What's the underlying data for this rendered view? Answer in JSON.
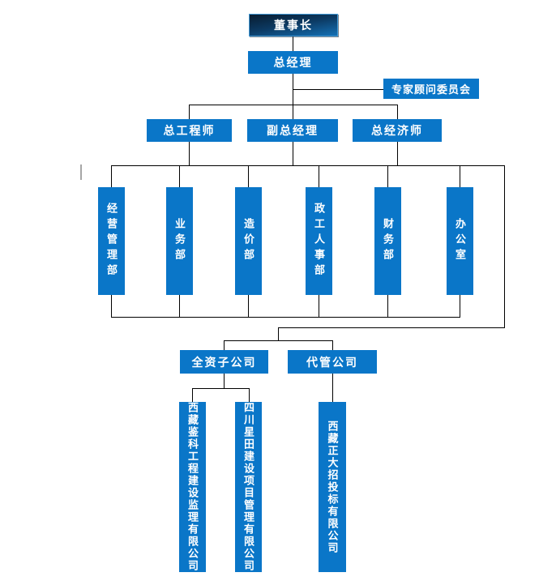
{
  "chart_title": "",
  "palette": {
    "box_blue": "#0a76c8",
    "chairman_gradient_top": "#081c30",
    "chairman_gradient_mid": "#0c3a63",
    "chairman_gradient_bottom": "#1571b5",
    "chairman_border": "#4199d6",
    "connector_black": "#000000",
    "stray_tick_gray": "#a6a6a6",
    "text_white": "#ffffff"
  },
  "nodes": {
    "chairman": {
      "label": "董事长"
    },
    "general_manager": {
      "label": "总经理"
    },
    "expert_committee": {
      "label": "专家顾问委员会"
    },
    "chief_engineer": {
      "label": "总工程师"
    },
    "deputy_general_manager": {
      "label": "副总经理"
    },
    "chief_economist": {
      "label": "总经济师"
    },
    "departments": [
      {
        "label": "经营管理部"
      },
      {
        "label": "业务部"
      },
      {
        "label": "造价部"
      },
      {
        "label": "政工人事部"
      },
      {
        "label": "财务部"
      },
      {
        "label": "办公室"
      }
    ],
    "wholly_owned_group": {
      "label": "全资子公司"
    },
    "managed_group": {
      "label": "代管公司"
    },
    "subsidiaries": [
      {
        "label": "西藏鉴科工程建设监理有限公司"
      },
      {
        "label": "四川星田建设项目管理有限公司"
      },
      {
        "label": "西藏正大招投标有限公司"
      }
    ]
  }
}
